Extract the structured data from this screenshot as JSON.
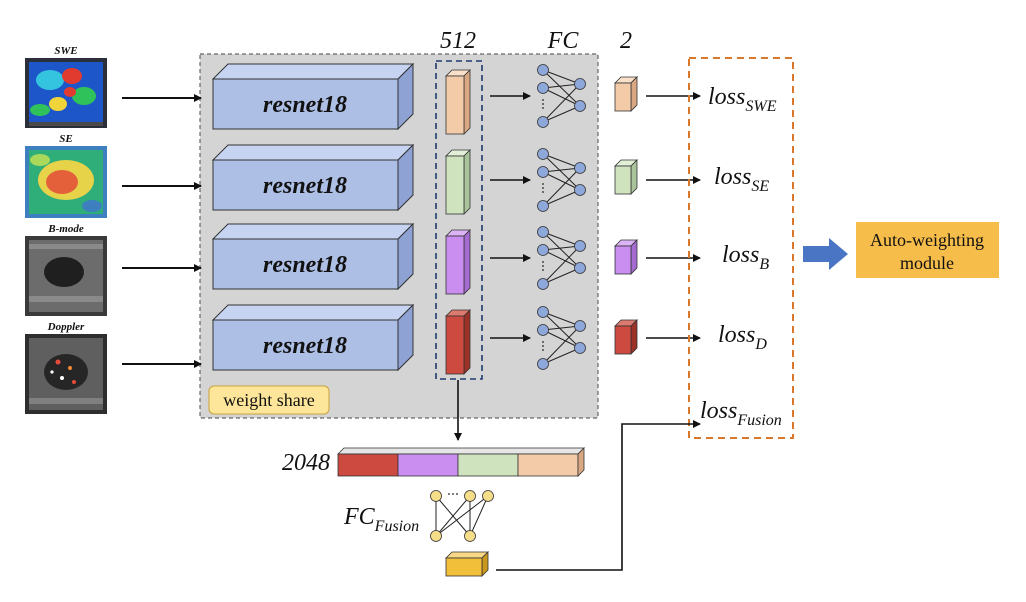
{
  "inputs": [
    {
      "label": "SWE"
    },
    {
      "label": "SE"
    },
    {
      "label": "B-mode"
    },
    {
      "label": "Doppler"
    }
  ],
  "backbone": {
    "label": "resnet18",
    "count": 4
  },
  "weight_share": {
    "label": "weight share"
  },
  "header": {
    "feat_dim": "512",
    "fc": "FC",
    "out_dim": "2"
  },
  "features": [
    {
      "color": "#f3cba9"
    },
    {
      "color": "#cfe3bf"
    },
    {
      "color": "#c98ef0"
    },
    {
      "color": "#cc4a40"
    }
  ],
  "losses": [
    {
      "base": "loss",
      "sub": "SWE"
    },
    {
      "base": "loss",
      "sub": "SE"
    },
    {
      "base": "loss",
      "sub": "B"
    },
    {
      "base": "loss",
      "sub": "D"
    },
    {
      "base": "loss",
      "sub": "Fusion"
    }
  ],
  "fusion": {
    "concat_dim": "2048",
    "fc_base": "FC",
    "fc_sub": "Fusion",
    "output_color": "#f2bf3a"
  },
  "auto_weighting": {
    "line1": "Auto-weighting",
    "line2": "module"
  },
  "colors": {
    "resnet_front": "#aebfe6",
    "resnet_top": "#c7d4f1",
    "resnet_side": "#8ea2d4",
    "panel": "#d4d4d4",
    "node_blue": "#8fa8dc",
    "node_yellow": "#f5dd8a",
    "loss_border": "#d9772b",
    "auto_fill": "#f7bd4a",
    "arrow_blue": "#4a74c4",
    "weight_share_fill": "#fde59a"
  }
}
